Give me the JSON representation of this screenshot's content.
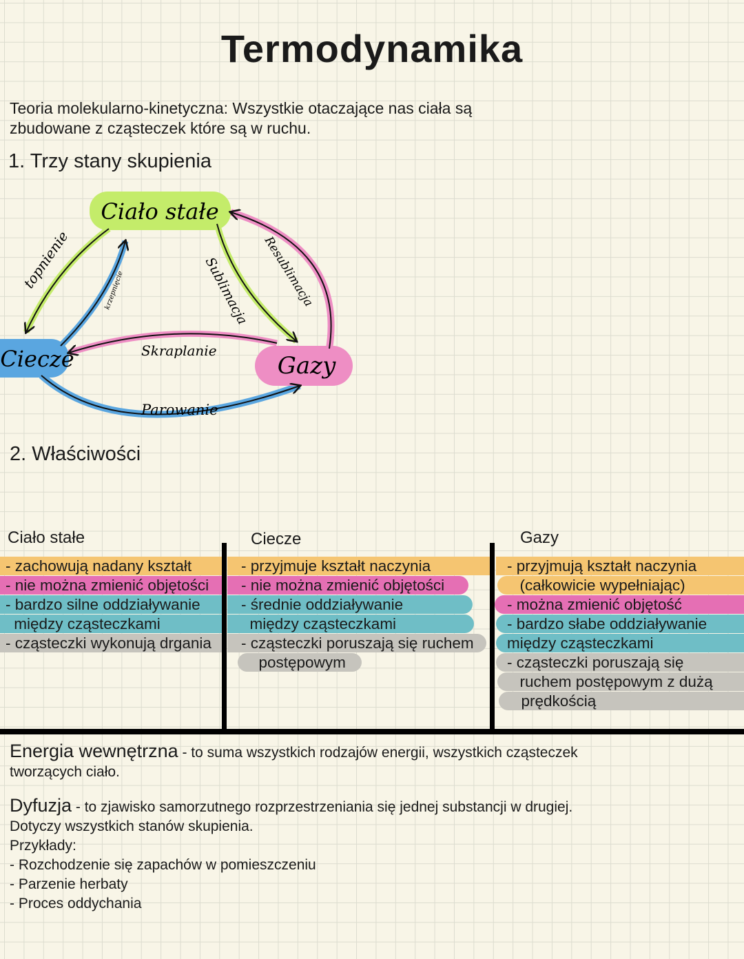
{
  "title": "Termodynamika",
  "intro": {
    "line1": "Teoria molekularno-kinetyczna:   Wszystkie otaczające nas ciała są",
    "line2": "zbudowane z cząsteczek które są w ruchu."
  },
  "section1": "1. Trzy stany skupienia",
  "diagram": {
    "solid": "Ciało stałe",
    "liquid": "Ciecze",
    "gas": "Gazy",
    "melting": "topnienie",
    "freezing": "krzepnięcie",
    "sublimation": "Sublimacja",
    "resublimation": "Resublimacja",
    "condensation": "Skraplanie",
    "evaporation": "Parowanie",
    "colors": {
      "solid": "#c4ec6a",
      "liquid": "#5aa6e0",
      "gas": "#ee8ec4"
    }
  },
  "section2": "2. Właściwości",
  "columns": [
    {
      "heading": "Ciało stałe",
      "items": [
        "- zachowują nadany kształt",
        "- nie można zmienić objętości",
        "- bardzo silne oddziaływanie",
        " między cząsteczkami",
        "- cząsteczki wykonują drgania"
      ]
    },
    {
      "heading": "Ciecze",
      "items": [
        "- przyjmuje kształt naczynia",
        "- nie można zmienić objętości",
        "- średnie oddziaływanie",
        "  między cząsteczkami",
        "- cząsteczki poruszają się ruchem",
        "  postępowym"
      ]
    },
    {
      "heading": "Gazy",
      "items": [
        "- przyjmują kształt naczynia",
        "  (całkowicie wypełniając)",
        "- można zmienić objętość",
        "- bardzo słabe oddziaływanie",
        "między cząsteczkami",
        "- cząsteczki poruszają się",
        "  ruchem postępowym z dużą",
        "  prędkością"
      ]
    }
  ],
  "energy": {
    "term": "Energia wewnętrzna",
    "def": " - to suma wszystkich rodzajów energii, wszystkich cząsteczek",
    "def2": "tworzących ciało."
  },
  "diffusion": {
    "term": "Dyfuzja",
    "def": " - to zjawisko samorzutnego rozprzestrzeniania się jednej substancji w drugiej.",
    "line2": "Dotyczy wszystkich stanów skupienia.",
    "examples_label": "Przykłady:",
    "examples": [
      "- Rozchodzenie się zapachów w pomieszczeniu",
      "- Parzenie herbaty",
      "- Proces oddychania"
    ]
  }
}
